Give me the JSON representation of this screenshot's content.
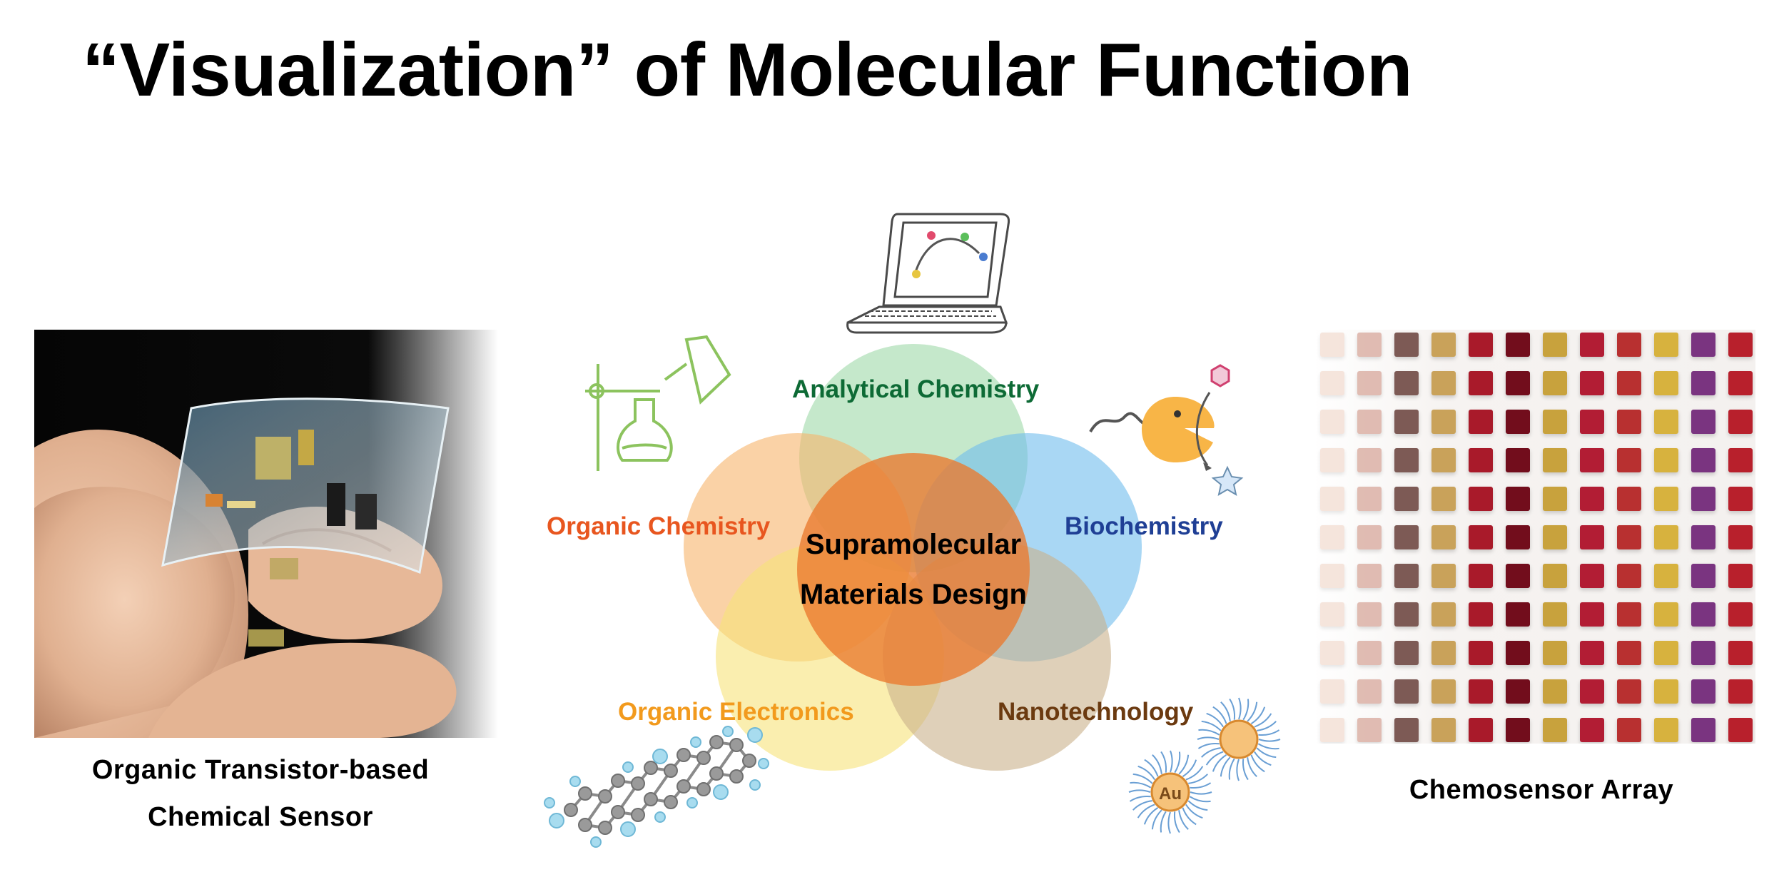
{
  "title": "“Visualization” of Molecular Function",
  "left_panel": {
    "caption_line1": "Organic Transistor-based",
    "caption_line2": "Chemical Sensor"
  },
  "right_panel": {
    "caption": "Chemosensor Array",
    "column_colors": [
      "#efd2c2",
      "#d7a79b",
      "#7d5a55",
      "#c9a25a",
      "#a91a2a",
      "#720d1c",
      "#c8a23d",
      "#b21d34",
      "#b83030",
      "#d7b23e",
      "#7a3480",
      "#b8202c"
    ]
  },
  "venn": {
    "center_line1": "Supramolecular",
    "center_line2": "Materials Design",
    "circles": [
      {
        "label": "Analytical Chemistry",
        "fill": "#9fd9a9",
        "text_color": "#0d6a35"
      },
      {
        "label": "Organic Chemistry",
        "fill": "#f7b46a",
        "text_color": "#e8561f"
      },
      {
        "label": "Biochemistry",
        "fill": "#6fbdec",
        "text_color": "#1f3f95"
      },
      {
        "label": "Organic Electronics",
        "fill": "#f6e27a",
        "text_color": "#f29a1d"
      },
      {
        "label": "Nanotechnology",
        "fill": "#c9b08a",
        "text_color": "#6b3a10"
      }
    ],
    "center_fill": "#ea7a2e"
  },
  "icons": {
    "laptop": "laptop-icon",
    "lab_glassware": "lab-glassware-icon",
    "pacman_enzyme": "enzyme-pacman-icon",
    "molecule": "molecule-icon",
    "gold_nanoparticle": "gold-nanoparticle-icon",
    "gold_symbol": "Au"
  }
}
